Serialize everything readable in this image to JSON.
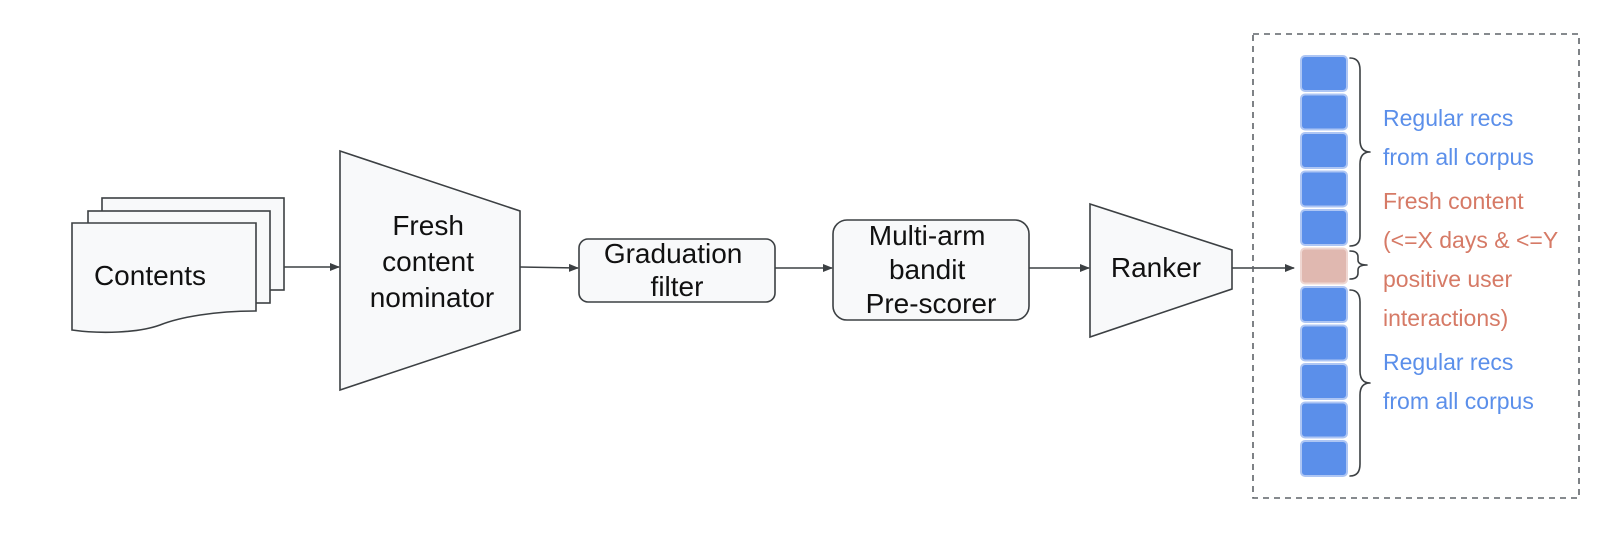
{
  "nodes": {
    "contents": {
      "label": "Contents"
    },
    "nominator": {
      "lines": [
        "Fresh",
        "content",
        "nominator"
      ]
    },
    "graduation": {
      "lines": [
        "Graduation",
        "filter"
      ]
    },
    "bandit": {
      "lines": [
        "Multi-arm",
        "bandit",
        "Pre-scorer"
      ]
    },
    "ranker": {
      "label": "Ranker"
    }
  },
  "results": {
    "slots": [
      "regular",
      "regular",
      "regular",
      "regular",
      "regular",
      "fresh",
      "regular",
      "regular",
      "regular",
      "regular",
      "regular"
    ],
    "notes": {
      "regular_top": [
        "Regular recs",
        "from all corpus"
      ],
      "fresh": [
        "Fresh content",
        "(<=X days & <=Y",
        "positive user",
        "interactions)"
      ],
      "regular_bottom": [
        "Regular recs",
        "from all corpus"
      ]
    }
  },
  "colors": {
    "regular_slot": "#5b8fea",
    "regular_slot_border": "#aec6f4",
    "fresh_slot": "#e0b8b0",
    "regular_text": "#5b8fea",
    "fresh_text": "#d67a66",
    "shape_fill": "#f8f9fa",
    "shape_stroke": "#3c4043",
    "container_border": "#5f6368"
  }
}
